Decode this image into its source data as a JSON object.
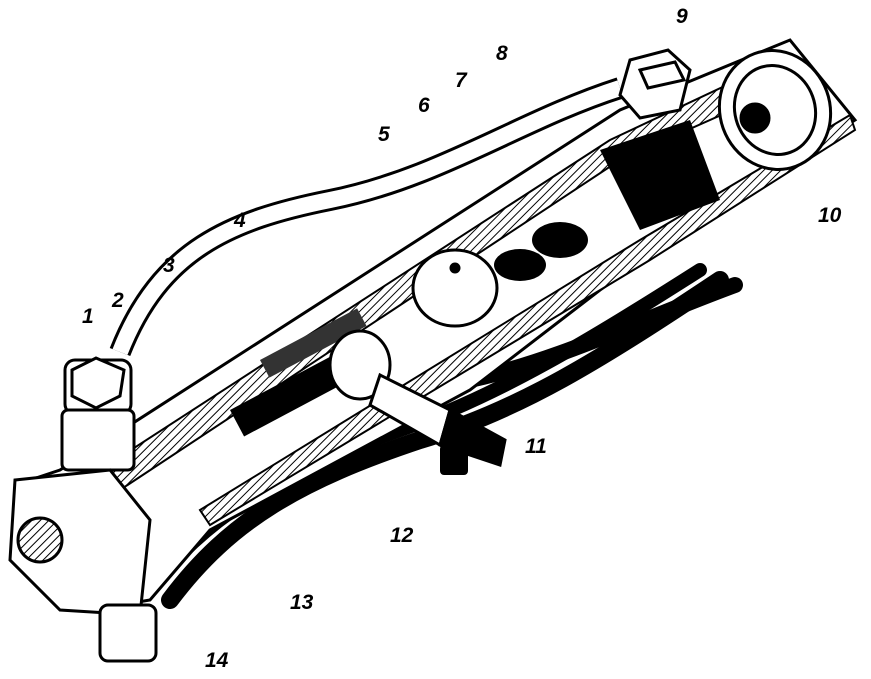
{
  "callouts": [
    "1",
    "2",
    "3",
    "4",
    "5",
    "6",
    "7",
    "8",
    "9",
    "10",
    "11",
    "12",
    "13",
    "14"
  ],
  "colors": {
    "ink": "#000000",
    "paper": "#ffffff",
    "hatch": "#222222"
  }
}
